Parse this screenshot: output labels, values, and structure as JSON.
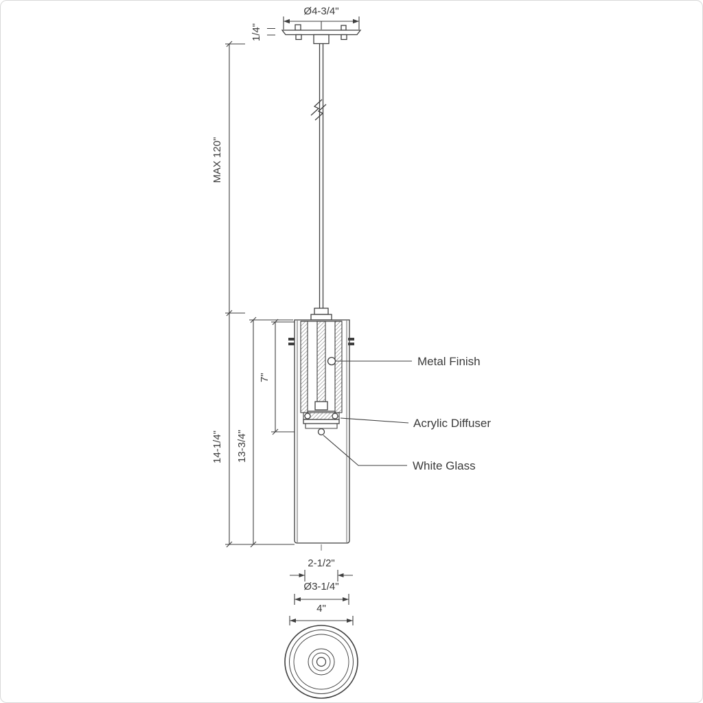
{
  "drawing": {
    "line_color": "#3e3e3e",
    "background": "#ffffff"
  },
  "dimensions": {
    "canopy_diameter": "Ø4-3/4\"",
    "canopy_height": "1/4\"",
    "max_suspension": "MAX 120\"",
    "overall_height": "14-1/4\"",
    "glass_height": "13-3/4\"",
    "metal_height": "7\"",
    "opening_diameter": "2-1/2\"",
    "diffuser_diameter": "Ø3-1/4\"",
    "body_diameter": "4\""
  },
  "callouts": {
    "metal_finish": "Metal Finish",
    "acrylic_diffuser": "Acrylic Diffuser",
    "white_glass": "White Glass"
  }
}
